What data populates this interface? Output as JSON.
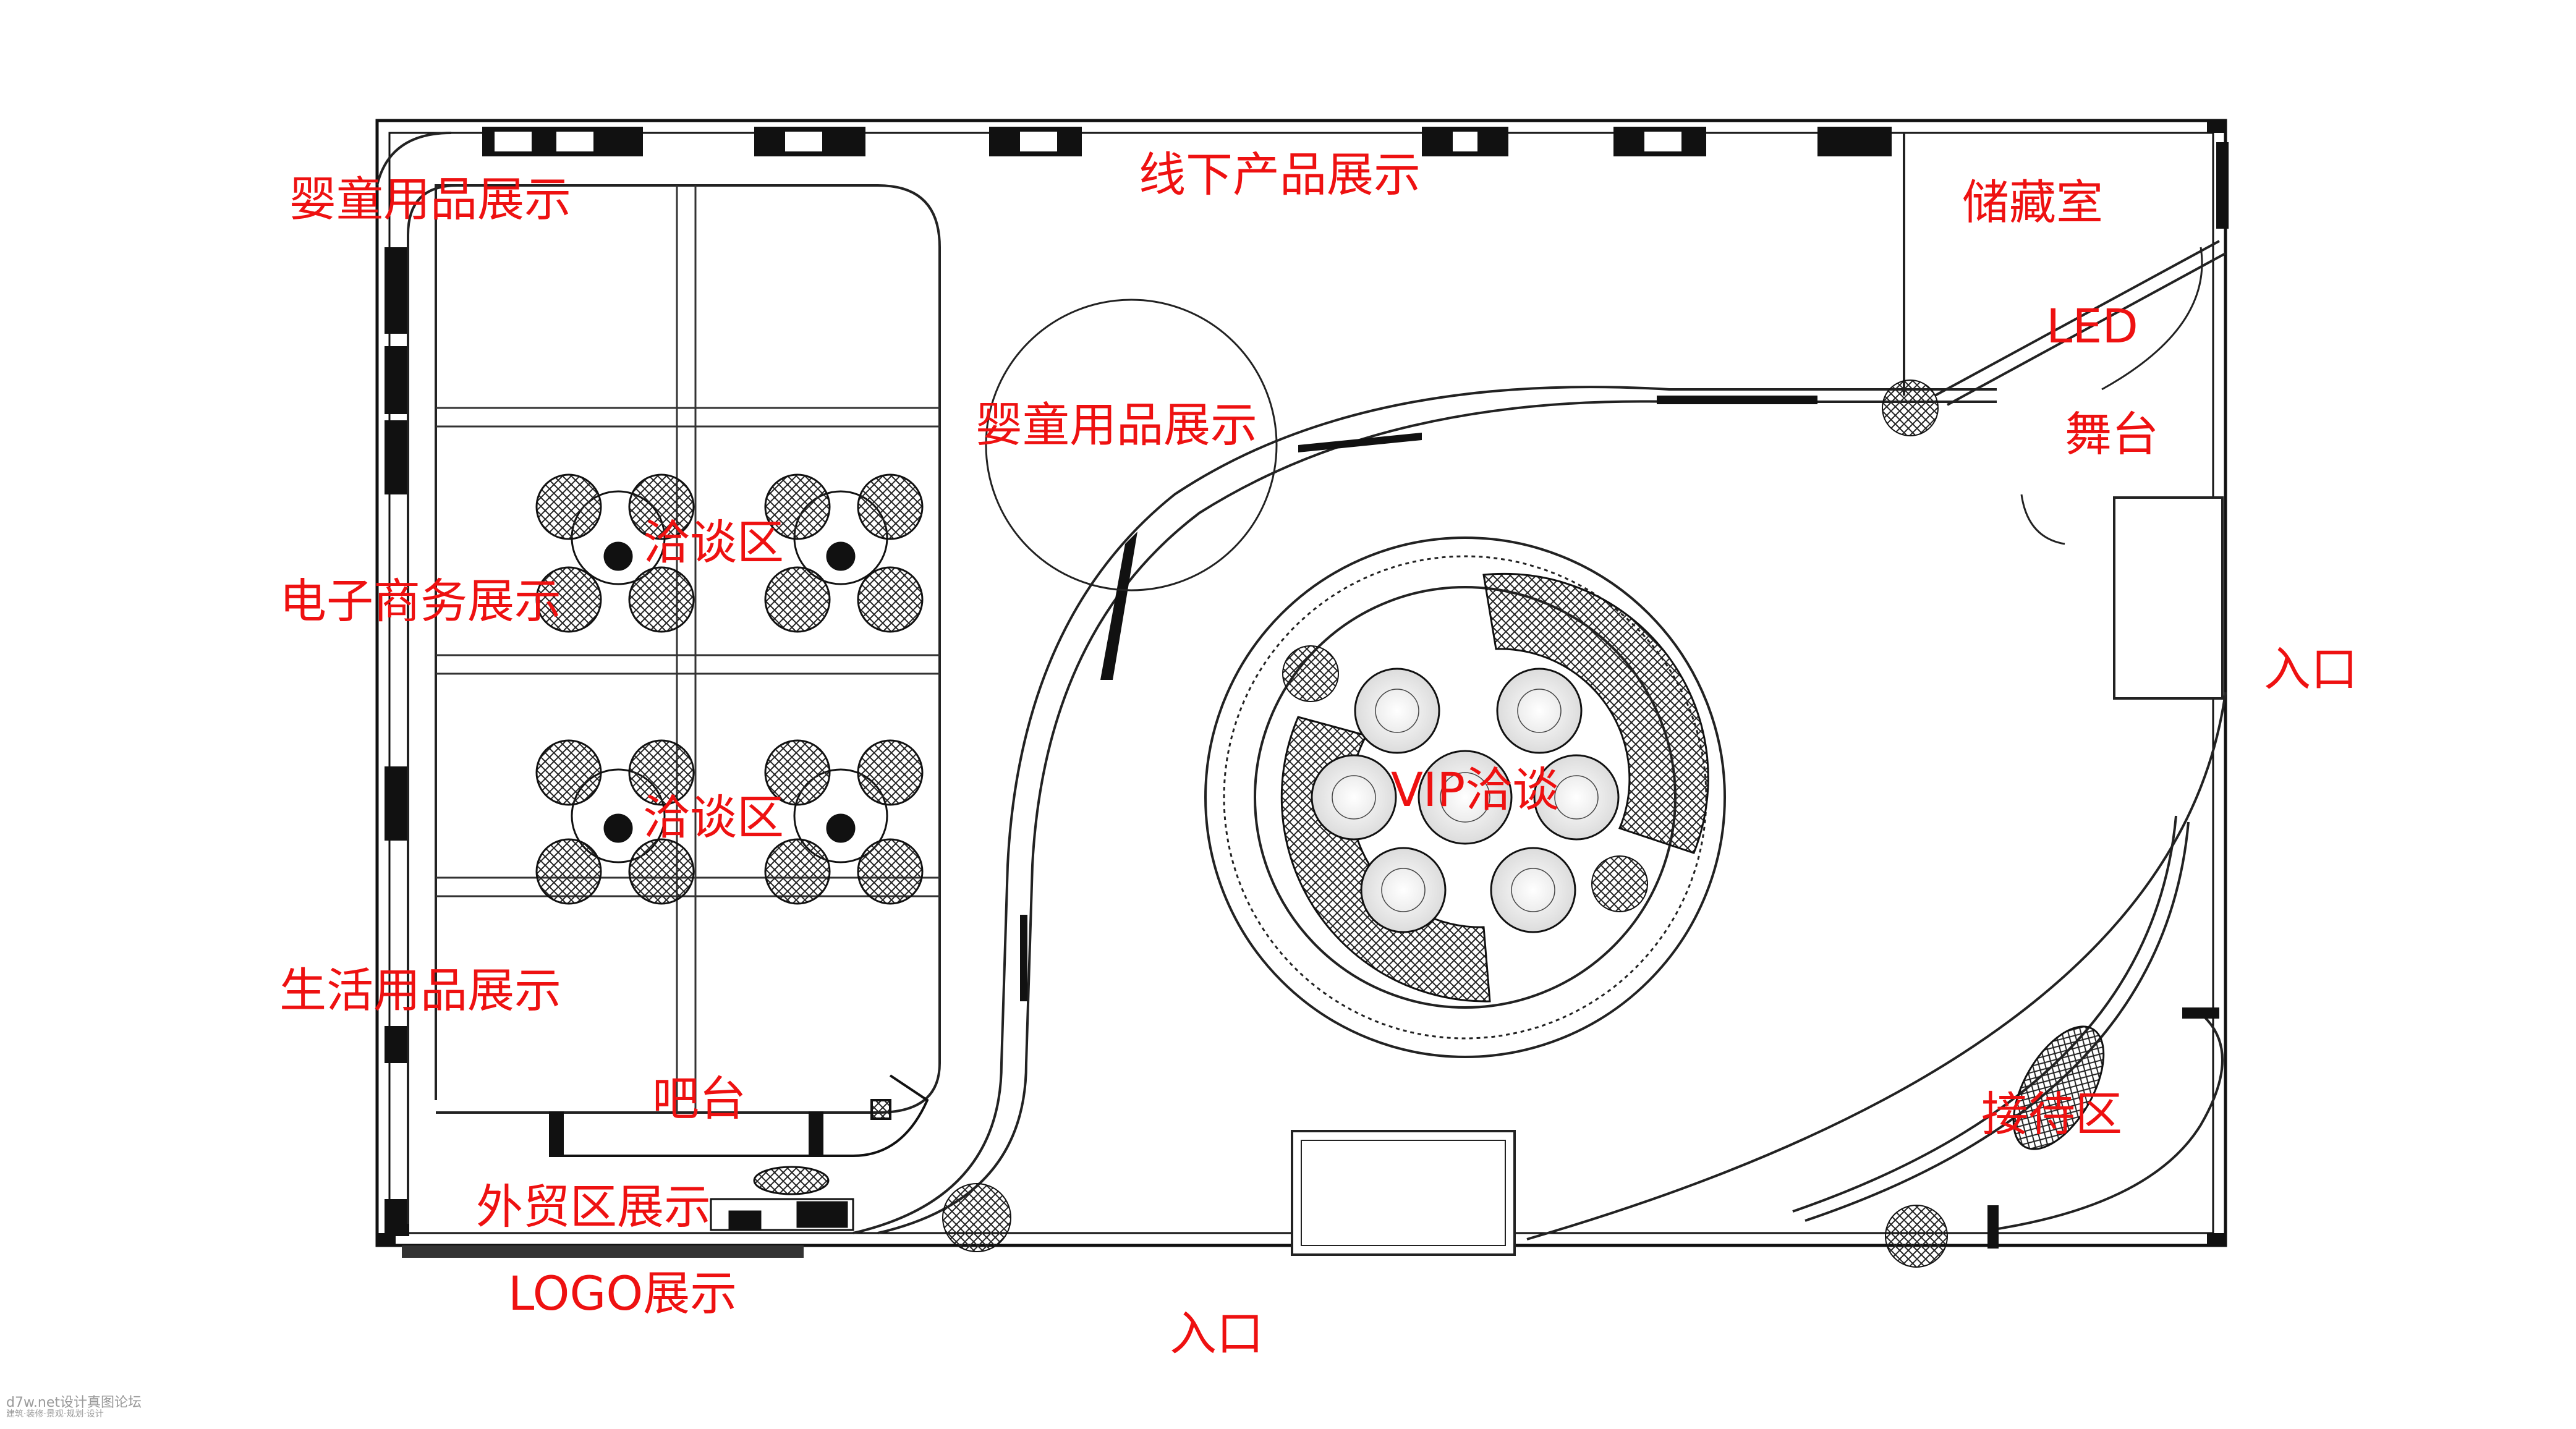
{
  "labels": {
    "baby_products_tl": "婴童用品展示",
    "offline_products": "线下产品展示",
    "storage_room": "储藏室",
    "led": "LED",
    "stage": "舞台",
    "baby_products_mid": "婴童用品展示",
    "negotiation_1": "洽谈区",
    "ecommerce": "电子商务展示",
    "entrance_right": "入口",
    "vip_negotiation": "VIP洽谈",
    "negotiation_2": "洽谈区",
    "daily_goods": "生活用品展示",
    "bar": "吧台",
    "reception": "接待区",
    "foreign_trade": "外贸区展示",
    "logo_display": "LOGO展示",
    "entrance_bottom": "入口"
  },
  "watermark": {
    "line1": "d7w.net设计真图论坛",
    "line2": "建筑·装修·景观·规划·设计"
  },
  "colors": {
    "label": "#ee1111",
    "line": "#111111"
  }
}
